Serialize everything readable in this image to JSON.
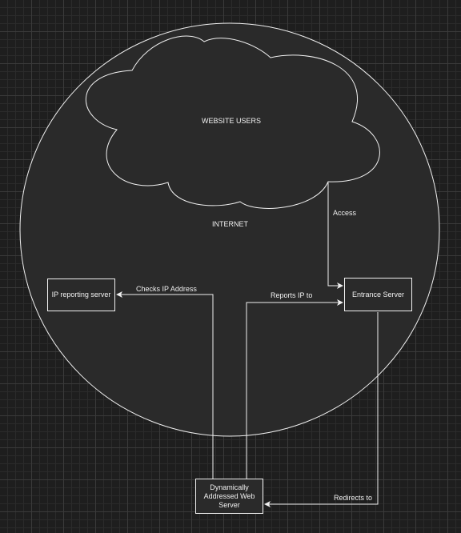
{
  "diagram": {
    "cloud_label": "WEBSITE USERS",
    "circle_label": "INTERNET",
    "nodes": {
      "ip_server": "IP reporting server",
      "entrance_server": "Entrance Server",
      "web_server": "Dynamically Addressed Web Server"
    },
    "edges": {
      "access": "Access",
      "checks_ip": "Checks IP Address",
      "reports_ip": "Reports IP to",
      "redirects": "Redirects to"
    },
    "colors": {
      "background": "#1e1e1e",
      "fill": "#2a2a2a",
      "stroke": "#f0f0f0"
    }
  }
}
